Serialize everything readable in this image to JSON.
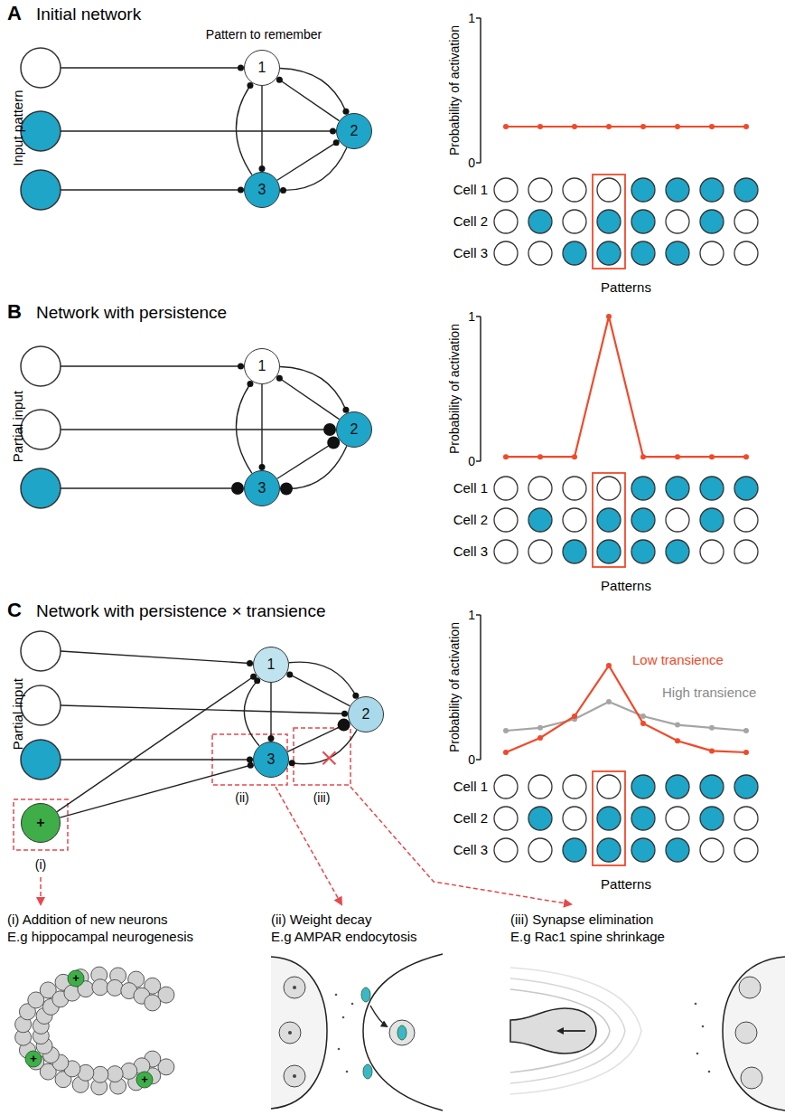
{
  "diagram": {
    "nodes": [
      {
        "text": [
          "1"
        ]
      },
      {
        "text": [
          "2"
        ]
      },
      {
        "text": [
          "3"
        ]
      },
      {
        "text": [
          "1"
        ]
      },
      {
        "text": [
          "2"
        ]
      },
      {
        "text": [
          "3"
        ]
      },
      {
        "text": [
          "1"
        ]
      },
      {
        "text": [
          "2"
        ]
      },
      {
        "text": [
          "3"
        ]
      },
      {
        "text": [
          "+"
        ]
      }
    ],
    "edges": [
      {
        "from": 0,
        "to": 1,
        "arrow": "to"
      },
      {
        "from": 1,
        "to": 0,
        "arrow": "to"
      },
      {
        "from": 0,
        "to": 2,
        "arrow": "to"
      },
      {
        "from": 2,
        "to": 0,
        "arrow": "to"
      },
      {
        "from": 2,
        "to": 1,
        "arrow": "to"
      },
      {
        "from": 1,
        "to": 2,
        "arrow": "to"
      },
      {
        "from": 3,
        "to": 4,
        "arrow": "to"
      },
      {
        "from": 4,
        "to": 3,
        "arrow": "to"
      },
      {
        "from": 3,
        "to": 5,
        "arrow": "to"
      },
      {
        "from": 5,
        "to": 3,
        "arrow": "to"
      },
      {
        "from": 5,
        "to": 4,
        "arrow": "to"
      },
      {
        "from": 4,
        "to": 5,
        "arrow": "to"
      },
      {
        "from": 6,
        "to": 7,
        "arrow": "to"
      },
      {
        "from": 7,
        "to": 6,
        "arrow": "to"
      },
      {
        "from": 6,
        "to": 8,
        "arrow": "to"
      },
      {
        "from": 8,
        "to": 6,
        "arrow": "to"
      },
      {
        "from": 8,
        "to": 7,
        "arrow": "to"
      },
      {
        "from": 7,
        "to": 8,
        "arrow": "to"
      },
      {
        "from": 9,
        "to": 6,
        "arrow": "to"
      },
      {
        "from": 9,
        "to": 8,
        "arrow": "to"
      }
    ],
    "labels": [
      "A",
      "Initial network",
      "Pattern to remember",
      "Input pattern",
      "Probability of activation",
      "1",
      "0",
      "Cell 1",
      "Cell 2",
      "Cell 3",
      "Patterns",
      "B",
      "Network with persistence",
      "Partial input",
      "Probability of activation",
      "1",
      "0",
      "Cell 1",
      "Cell 2",
      "Cell 3",
      "Patterns",
      "C",
      "Network with persistence × transience",
      "Partial input",
      "Probability of activation",
      "1",
      "0",
      "Low transience",
      "High transience",
      "Cell 1",
      "Cell 2",
      "Cell 3",
      "Patterns",
      "(i)",
      "(ii)",
      "(iii)",
      "(i) Addition of new neurons",
      "E.g hippocampal neurogenesis",
      "(ii) Weight decay",
      "E.g AMPAR endocytosis",
      "(iii) Synapse elimination",
      "E.g Rac1 spine shrinkage",
      "+",
      "+",
      "+"
    ]
  }
}
